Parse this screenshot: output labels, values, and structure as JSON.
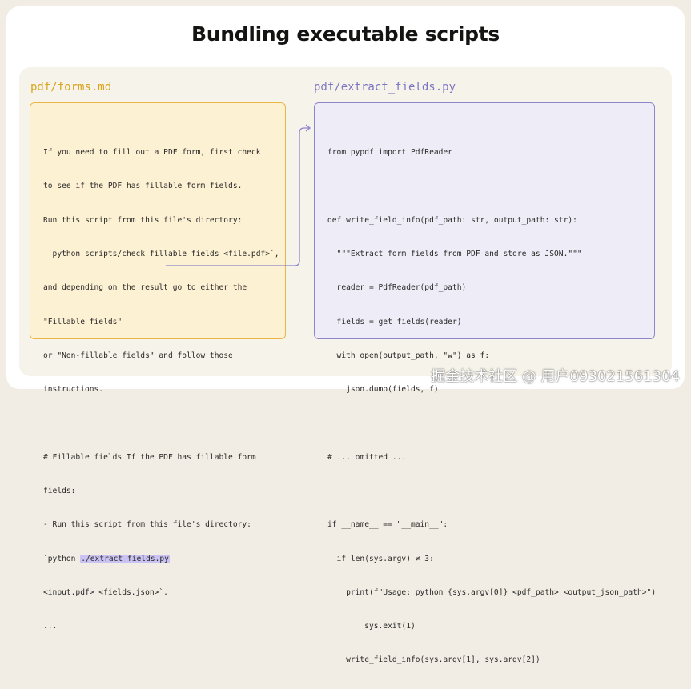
{
  "title": "Bundling executable scripts",
  "left_file": {
    "label": "pdf/forms.md",
    "lines": [
      "If you need to fill out a PDF form, first check",
      "to see if the PDF has fillable form fields.",
      "Run this script from this file's directory:",
      " `python scripts/check_fillable_fields <file.pdf>`,",
      "and depending on the result go to either the",
      "\"Fillable fields\"",
      "or \"Non-fillable fields\" and follow those",
      "instructions.",
      "",
      "# Fillable fields If the PDF has fillable form",
      "fields:",
      "- Run this script from this file's directory:",
      "`python ",
      "<input.pdf> <fields.json>`.",
      "..."
    ],
    "highlight": "./extract_fields.py"
  },
  "right_file": {
    "label": "pdf/extract_fields.py",
    "lines": [
      "from pypdf import PdfReader",
      "",
      "def write_field_info(pdf_path: str, output_path: str):",
      "  \"\"\"Extract form fields from PDF and store as JSON.\"\"\"",
      "  reader = PdfReader(pdf_path)",
      "  fields = get_fields(reader)",
      "  with open(output_path, \"w\") as f:",
      "    json.dump(fields, f)",
      "",
      "# ... omitted ...",
      "",
      "if __name__ == \"__main__\":",
      "  if len(sys.argv) ≠ 3:",
      "    print(f\"Usage: python {sys.argv[0]} <pdf_path> <output_json_path>\")",
      "        sys.exit(1)",
      "    write_field_info(sys.argv[1], sys.argv[2])"
    ]
  },
  "watermark": "掘金技术社区 @ 用户093021561304",
  "colors": {
    "left_accent": "#eab646",
    "right_accent": "#8d86cc",
    "highlight": "#c9c2f2"
  }
}
